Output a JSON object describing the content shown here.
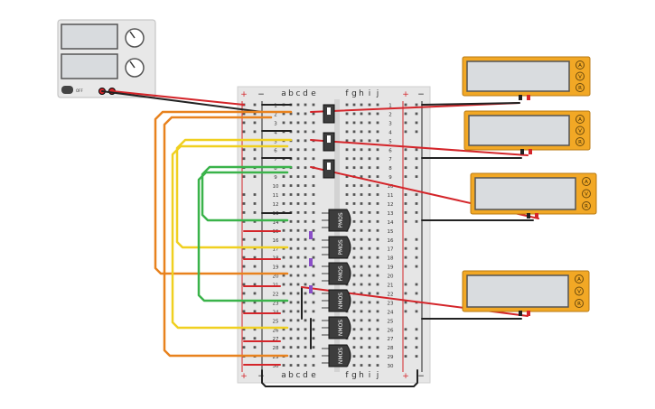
{
  "power_supply": {
    "knob_top_labels": [
      "",
      ""
    ],
    "switch_label": "OFF"
  },
  "breadboard": {
    "column_letters_left": [
      "a",
      "b",
      "c",
      "d",
      "e"
    ],
    "column_letters_right": [
      "f",
      "g",
      "h",
      "i",
      "j"
    ],
    "row_count": 30,
    "rail_plus": "+",
    "rail_minus": "−"
  },
  "transistors": [
    {
      "label": "PMOS"
    },
    {
      "label": "PMOS"
    },
    {
      "label": "PMOS"
    },
    {
      "label": "NMOS"
    },
    {
      "label": "NMOS"
    },
    {
      "label": "NMOS"
    }
  ],
  "multimeter": {
    "buttons": [
      "A",
      "V",
      "R"
    ]
  },
  "colors": {
    "multimeter_frame": "#f2a825",
    "multimeter_screen": "#d9dcdf",
    "wire_red": "#d4252a",
    "wire_black": "#222222",
    "wire_orange": "#e8821e",
    "wire_yellow": "#f0d020",
    "wire_green": "#3ab34a",
    "breadboard": "#e6e6e6",
    "transistor": "#3d3d3d"
  }
}
